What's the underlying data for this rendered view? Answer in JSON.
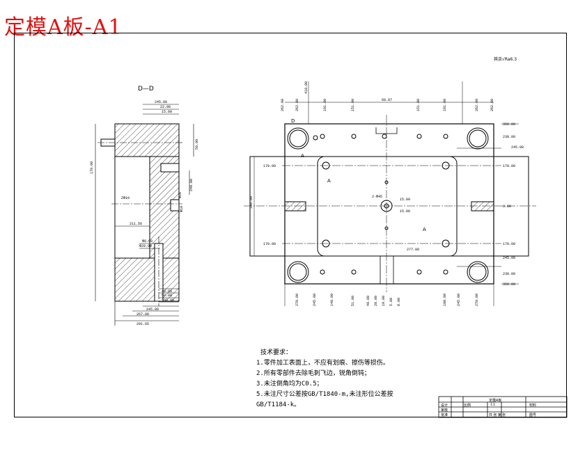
{
  "title": "定模A板-A1",
  "view_label": "D—D",
  "section_mark_A": "A",
  "section_mark_D": "D",
  "roughness_note": "其余√Ra6.3",
  "notes": {
    "heading": "技术要求：",
    "lines": [
      "1.零件加工表面上，不应有划痕、擦伤等损伤。",
      "2.所有零部件去除毛刺飞边，锐角倒钝；",
      "3.未注倒角均为C0.5；",
      "5.未注尺寸公差按GB/T1840-m,未注形位公差按",
      "GB/T1184-k。"
    ]
  },
  "title_block": {
    "cells": [
      "定模A板",
      "比例",
      "1:1",
      "共 张 第 张",
      "材料",
      "图号",
      "设计",
      "审核",
      "批准"
    ]
  },
  "left_view_dims": [
    "245.00",
    "22.00",
    "15.00",
    "170.00",
    "50.00",
    "240.00",
    "ZΦ10",
    "Φ16",
    "Φ10",
    "211.56",
    "Φ8.00",
    "Φ29.00",
    "40.00",
    "50.00",
    "100.00",
    "245.00",
    "267.00",
    "291.65"
  ],
  "plan_dims_top": [
    "68.87",
    "262.00",
    "262.00",
    "191.00",
    "151.00",
    "151.00",
    "191.00",
    "262.00",
    "262.00",
    "410.00"
  ],
  "plan_dims_right": [
    "350.00",
    "230.00",
    "245.00",
    "178.00",
    "0.00",
    "178.00",
    "245.00",
    "230.00",
    "350.00"
  ],
  "plan_dims_left": [
    "178.00",
    "178.00",
    "140.00"
  ],
  "plan_dims_bottom": [
    "270.00",
    "245.00",
    "140.00",
    "51.00",
    "40.00",
    "20.00",
    "10.00",
    "5.00",
    "8.00",
    "100.00",
    "245.00",
    "270.00"
  ],
  "plan_inner": [
    "2-Φ45",
    "15.00",
    "15.00",
    "277.00"
  ]
}
